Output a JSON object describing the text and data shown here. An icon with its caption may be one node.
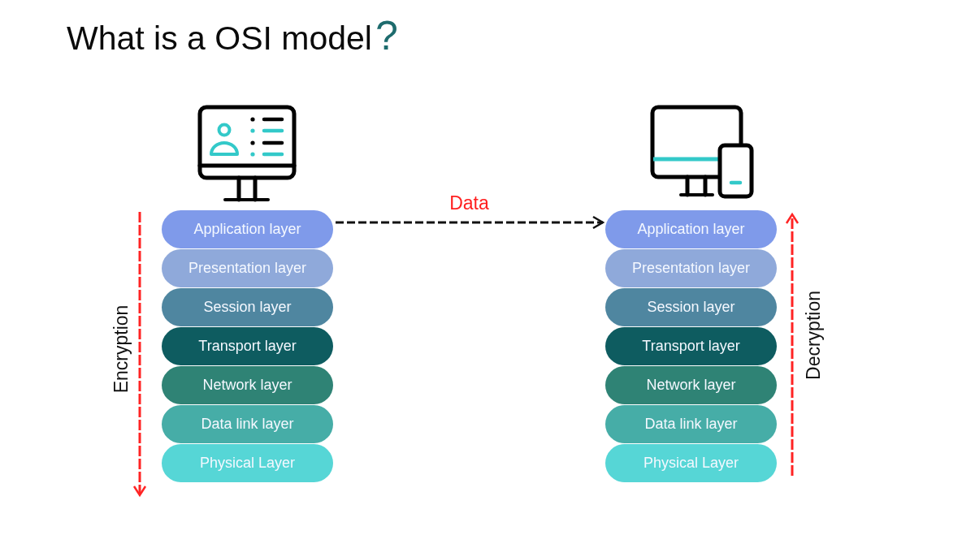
{
  "diagram": {
    "title": "What is a OSI model?",
    "nodes": [
      {
        "text": [
          "Application layer"
        ]
      },
      {
        "text": [
          "Presentation layer"
        ]
      },
      {
        "text": [
          "Session layer"
        ]
      },
      {
        "text": [
          "Transport layer"
        ]
      },
      {
        "text": [
          "Network layer"
        ]
      },
      {
        "text": [
          "Data link layer"
        ]
      },
      {
        "text": [
          "Physical Layer"
        ]
      },
      {
        "text": [
          "Application layer"
        ]
      },
      {
        "text": [
          "Presentation layer"
        ]
      },
      {
        "text": [
          "Session layer"
        ]
      },
      {
        "text": [
          "Transport layer"
        ]
      },
      {
        "text": [
          "Network layer"
        ]
      },
      {
        "text": [
          "Data link layer"
        ]
      },
      {
        "text": [
          "Physical Layer"
        ]
      }
    ],
    "edges": [
      {
        "from": 0,
        "to": 7,
        "arrow": "to",
        "label": "Data",
        "style": "dashed"
      }
    ],
    "labels": [
      "Encryption",
      "Decryption"
    ]
  }
}
